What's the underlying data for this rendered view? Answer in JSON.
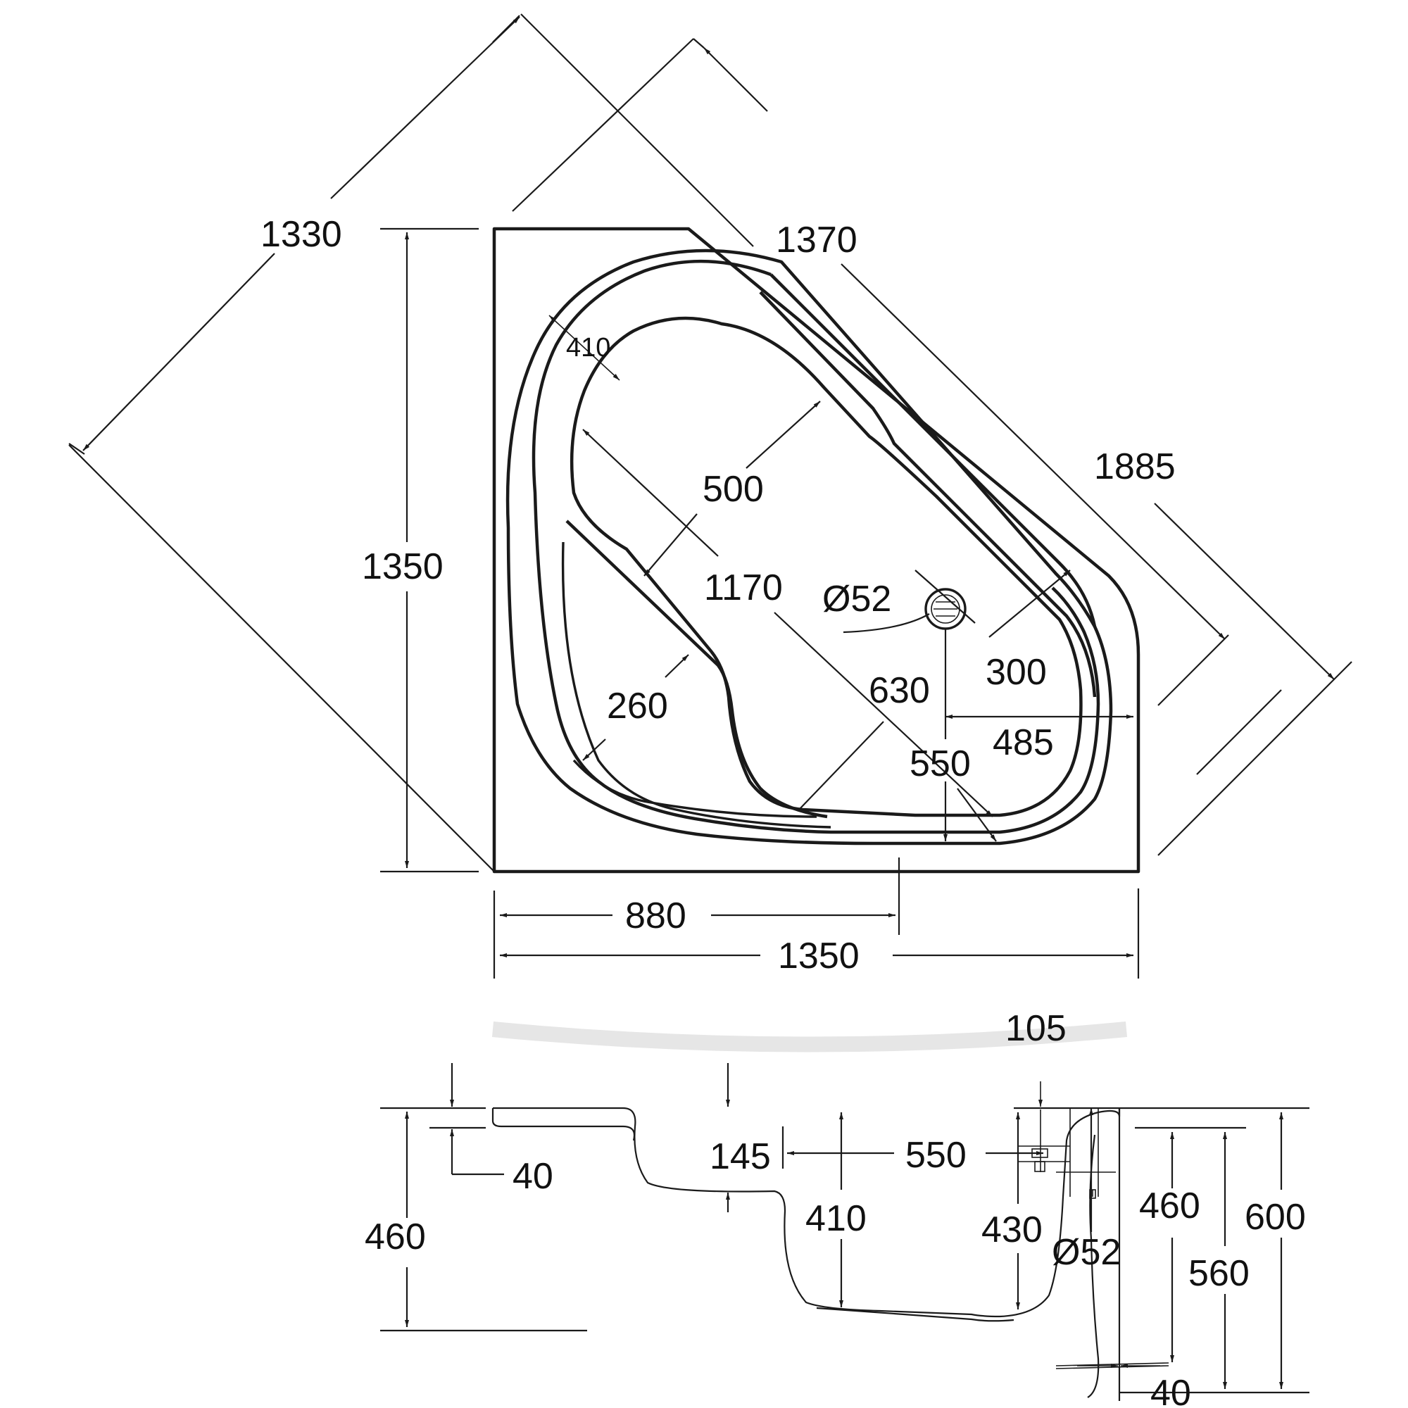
{
  "plan": {
    "dim_1330": "1330",
    "dim_1370": "1370",
    "dim_1885": "1885",
    "dim_1350_left": "1350",
    "dim_410": "410",
    "dim_500": "500",
    "dim_1170": "1170",
    "dim_d52": "Ø52",
    "dim_300": "300",
    "dim_630": "630",
    "dim_260": "260",
    "dim_485": "485",
    "dim_550": "550",
    "dim_880": "880",
    "dim_1350_bottom": "1350"
  },
  "section": {
    "dim_105": "105",
    "dim_145": "145",
    "dim_550": "550",
    "dim_40_left": "40",
    "dim_460_left": "460",
    "dim_410": "410",
    "dim_430": "430",
    "dim_d52": "Ø52",
    "dim_460_right": "460",
    "dim_600": "600",
    "dim_560": "560",
    "dim_40_bottom": "40"
  }
}
